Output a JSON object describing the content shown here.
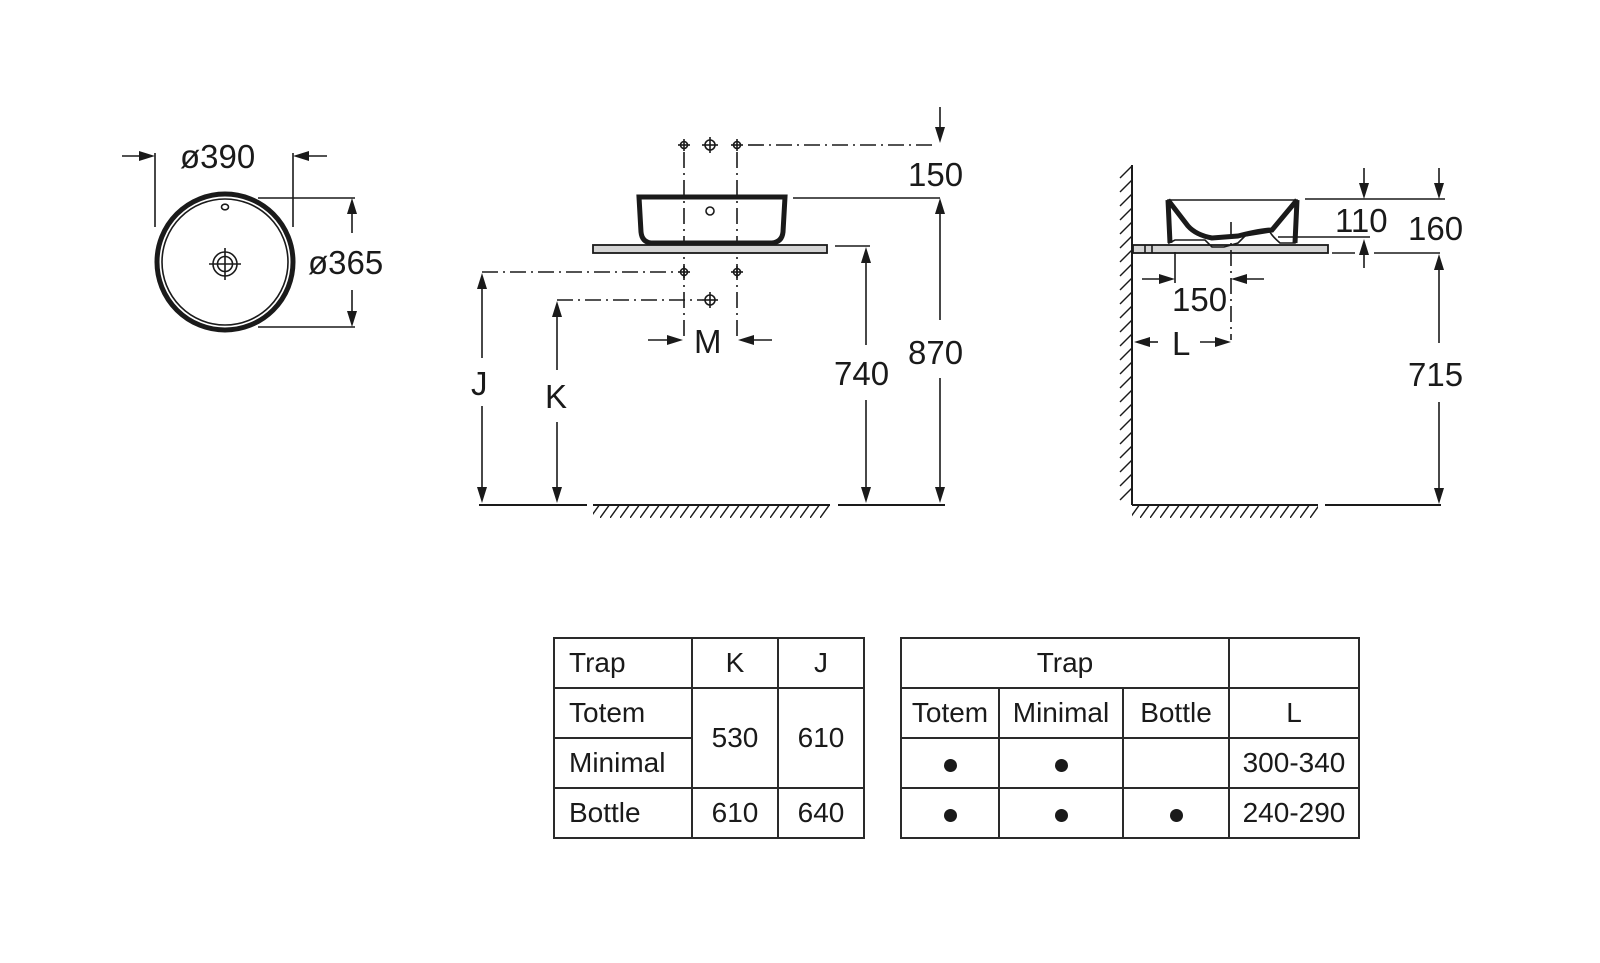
{
  "top_view": {
    "outer_diameter": "ø390",
    "inner_diameter": "ø365"
  },
  "front_view": {
    "faucet_height_above_basin": "150",
    "counter_height": "740",
    "total_height": "870",
    "label_J": "J",
    "label_K": "K",
    "label_M": "M"
  },
  "side_view": {
    "drain_offset": "150",
    "label_L": "L",
    "basin_depth": "110",
    "basin_height": "160",
    "counter_height": "715"
  },
  "table_kj": {
    "headers": [
      "Trap",
      "K",
      "J"
    ],
    "rows": [
      {
        "trap": "Totem",
        "K": "530",
        "J": "610"
      },
      {
        "trap": "Minimal",
        "K": "530",
        "J": "610"
      },
      {
        "trap": "Bottle",
        "K": "610",
        "J": "640"
      }
    ],
    "merged_K": "530",
    "merged_J": "610"
  },
  "table_l": {
    "group_header": "Trap",
    "headers": [
      "Totem",
      "Minimal",
      "Bottle",
      "L"
    ],
    "rows": [
      {
        "totem": true,
        "minimal": true,
        "bottle": false,
        "L": "300-340"
      },
      {
        "totem": true,
        "minimal": true,
        "bottle": true,
        "L": "240-290"
      }
    ]
  },
  "colors": {
    "line": "#1a1a1a",
    "counter_fill": "#d4d4d4",
    "background": "#ffffff"
  }
}
